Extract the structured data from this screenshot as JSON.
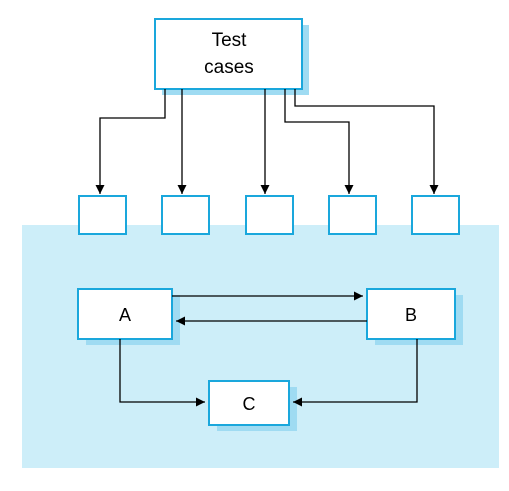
{
  "diagram": {
    "test_cases": {
      "line1": "Test",
      "line2": "cases"
    },
    "nodes": {
      "a": "A",
      "b": "B",
      "c": "C"
    },
    "colors": {
      "region_fill": "#cdeef9",
      "box_border": "#1aa7dc",
      "box_shadow": "#9fdbf2",
      "arrow": "#000000"
    }
  }
}
